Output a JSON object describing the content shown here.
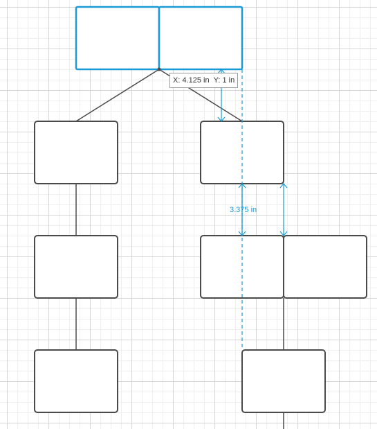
{
  "tooltip": {
    "x_label": "X:",
    "x_value": "4.125 in",
    "y_label": "Y:",
    "y_value": "1 in"
  },
  "measurement": {
    "distance": "3.375 in"
  },
  "colors": {
    "selection": "#1a9ad6",
    "shape_border": "#4a4a4a",
    "grid_major": "#d6d6d6",
    "grid_minor": "#efefef"
  }
}
